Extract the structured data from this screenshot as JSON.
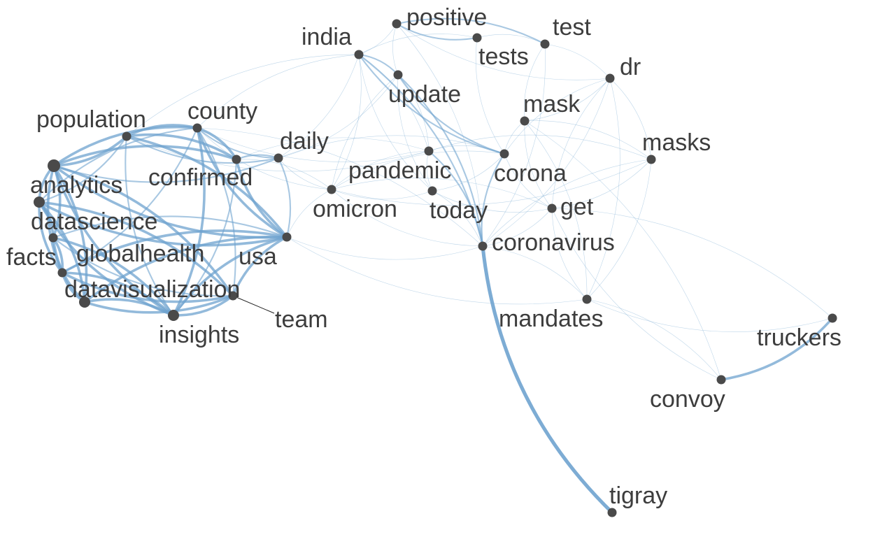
{
  "nodes": [
    {
      "id": "positive",
      "label": "positive"
    },
    {
      "id": "test",
      "label": "test"
    },
    {
      "id": "india",
      "label": "india"
    },
    {
      "id": "tests",
      "label": "tests"
    },
    {
      "id": "dr",
      "label": "dr"
    },
    {
      "id": "update",
      "label": "update"
    },
    {
      "id": "mask",
      "label": "mask"
    },
    {
      "id": "population",
      "label": "population"
    },
    {
      "id": "county",
      "label": "county"
    },
    {
      "id": "daily",
      "label": "daily"
    },
    {
      "id": "masks",
      "label": "masks"
    },
    {
      "id": "confirmed",
      "label": "confirmed"
    },
    {
      "id": "pandemic",
      "label": "pandemic"
    },
    {
      "id": "corona",
      "label": "corona"
    },
    {
      "id": "analytics",
      "label": "analytics"
    },
    {
      "id": "omicron",
      "label": "omicron"
    },
    {
      "id": "today",
      "label": "today"
    },
    {
      "id": "get",
      "label": "get"
    },
    {
      "id": "datascience",
      "label": "datascience"
    },
    {
      "id": "usa",
      "label": "usa"
    },
    {
      "id": "coronavirus",
      "label": "coronavirus"
    },
    {
      "id": "facts",
      "label": "facts"
    },
    {
      "id": "globalhealth",
      "label": "globalhealth"
    },
    {
      "id": "datavisualization",
      "label": "datavisualization"
    },
    {
      "id": "team",
      "label": "team"
    },
    {
      "id": "mandates",
      "label": "mandates"
    },
    {
      "id": "insights",
      "label": "insights"
    },
    {
      "id": "truckers",
      "label": "truckers"
    },
    {
      "id": "convoy",
      "label": "convoy"
    },
    {
      "id": "tigray",
      "label": "tigray"
    }
  ],
  "edges": [
    {
      "source": "analytics",
      "target": "datascience",
      "weight": 3
    },
    {
      "source": "analytics",
      "target": "facts",
      "weight": 3
    },
    {
      "source": "analytics",
      "target": "globalhealth",
      "weight": 3
    },
    {
      "source": "analytics",
      "target": "datavisualization",
      "weight": 3
    },
    {
      "source": "analytics",
      "target": "insights",
      "weight": 3
    },
    {
      "source": "analytics",
      "target": "team",
      "weight": 3
    },
    {
      "source": "analytics",
      "target": "usa",
      "weight": 3
    },
    {
      "source": "analytics",
      "target": "county",
      "weight": 3
    },
    {
      "source": "analytics",
      "target": "population",
      "weight": 3
    },
    {
      "source": "analytics",
      "target": "confirmed",
      "weight": 3
    },
    {
      "source": "analytics",
      "target": "daily",
      "weight": 2
    },
    {
      "source": "datascience",
      "target": "facts",
      "weight": 3
    },
    {
      "source": "datascience",
      "target": "globalhealth",
      "weight": 3
    },
    {
      "source": "datascience",
      "target": "datavisualization",
      "weight": 3
    },
    {
      "source": "datascience",
      "target": "insights",
      "weight": 3
    },
    {
      "source": "datascience",
      "target": "team",
      "weight": 3
    },
    {
      "source": "datascience",
      "target": "usa",
      "weight": 3
    },
    {
      "source": "datascience",
      "target": "county",
      "weight": 2
    },
    {
      "source": "datascience",
      "target": "population",
      "weight": 2
    },
    {
      "source": "facts",
      "target": "globalhealth",
      "weight": 3
    },
    {
      "source": "facts",
      "target": "datavisualization",
      "weight": 3
    },
    {
      "source": "facts",
      "target": "insights",
      "weight": 3
    },
    {
      "source": "facts",
      "target": "team",
      "weight": 2
    },
    {
      "source": "facts",
      "target": "usa",
      "weight": 2
    },
    {
      "source": "globalhealth",
      "target": "datavisualization",
      "weight": 3
    },
    {
      "source": "globalhealth",
      "target": "insights",
      "weight": 3
    },
    {
      "source": "globalhealth",
      "target": "team",
      "weight": 3
    },
    {
      "source": "globalhealth",
      "target": "usa",
      "weight": 3
    },
    {
      "source": "globalhealth",
      "target": "county",
      "weight": 2
    },
    {
      "source": "datavisualization",
      "target": "insights",
      "weight": 3
    },
    {
      "source": "datavisualization",
      "target": "team",
      "weight": 3
    },
    {
      "source": "datavisualization",
      "target": "usa",
      "weight": 3
    },
    {
      "source": "insights",
      "target": "team",
      "weight": 3
    },
    {
      "source": "insights",
      "target": "usa",
      "weight": 3
    },
    {
      "source": "insights",
      "target": "county",
      "weight": 3
    },
    {
      "source": "insights",
      "target": "population",
      "weight": 2
    },
    {
      "source": "insights",
      "target": "confirmed",
      "weight": 2
    },
    {
      "source": "team",
      "target": "usa",
      "weight": 3
    },
    {
      "source": "team",
      "target": "county",
      "weight": 2
    },
    {
      "source": "usa",
      "target": "county",
      "weight": 3
    },
    {
      "source": "usa",
      "target": "population",
      "weight": 3
    },
    {
      "source": "usa",
      "target": "confirmed",
      "weight": 3
    },
    {
      "source": "usa",
      "target": "daily",
      "weight": 2
    },
    {
      "source": "usa",
      "target": "omicron",
      "weight": 1
    },
    {
      "source": "county",
      "target": "population",
      "weight": 3
    },
    {
      "source": "county",
      "target": "confirmed",
      "weight": 3
    },
    {
      "source": "county",
      "target": "daily",
      "weight": 2
    },
    {
      "source": "population",
      "target": "confirmed",
      "weight": 3
    },
    {
      "source": "population",
      "target": "daily",
      "weight": 2
    },
    {
      "source": "confirmed",
      "target": "daily",
      "weight": 2
    },
    {
      "source": "daily",
      "target": "omicron",
      "weight": 1
    },
    {
      "source": "omicron",
      "target": "pandemic",
      "weight": 1
    },
    {
      "source": "omicron",
      "target": "today",
      "weight": 1
    },
    {
      "source": "omicron",
      "target": "corona",
      "weight": 1
    },
    {
      "source": "omicron",
      "target": "coronavirus",
      "weight": 1
    },
    {
      "source": "omicron",
      "target": "update",
      "weight": 1
    },
    {
      "source": "omicron",
      "target": "india",
      "weight": 1
    },
    {
      "source": "omicron",
      "target": "get",
      "weight": 1
    },
    {
      "source": "omicron",
      "target": "masks",
      "weight": 1
    },
    {
      "source": "india",
      "target": "update",
      "weight": 2
    },
    {
      "source": "india",
      "target": "positive",
      "weight": 1
    },
    {
      "source": "india",
      "target": "tests",
      "weight": 1
    },
    {
      "source": "india",
      "target": "corona",
      "weight": 2
    },
    {
      "source": "india",
      "target": "coronavirus",
      "weight": 2
    },
    {
      "source": "india",
      "target": "today",
      "weight": 1
    },
    {
      "source": "india",
      "target": "pandemic",
      "weight": 1
    },
    {
      "source": "positive",
      "target": "tests",
      "weight": 2
    },
    {
      "source": "positive",
      "target": "test",
      "weight": 2
    },
    {
      "source": "positive",
      "target": "update",
      "weight": 1
    },
    {
      "source": "positive",
      "target": "coronavirus",
      "weight": 1
    },
    {
      "source": "positive",
      "target": "dr",
      "weight": 1
    },
    {
      "source": "tests",
      "target": "test",
      "weight": 1
    },
    {
      "source": "tests",
      "target": "corona",
      "weight": 1
    },
    {
      "source": "test",
      "target": "dr",
      "weight": 1
    },
    {
      "source": "test",
      "target": "mask",
      "weight": 1
    },
    {
      "source": "test",
      "target": "coronavirus",
      "weight": 1
    },
    {
      "source": "update",
      "target": "corona",
      "weight": 2
    },
    {
      "source": "update",
      "target": "coronavirus",
      "weight": 2
    },
    {
      "source": "update",
      "target": "today",
      "weight": 1
    },
    {
      "source": "update",
      "target": "pandemic",
      "weight": 1
    },
    {
      "source": "mask",
      "target": "dr",
      "weight": 1
    },
    {
      "source": "mask",
      "target": "masks",
      "weight": 1
    },
    {
      "source": "mask",
      "target": "get",
      "weight": 1
    },
    {
      "source": "mask",
      "target": "mandates",
      "weight": 1
    },
    {
      "source": "mask",
      "target": "corona",
      "weight": 1
    },
    {
      "source": "dr",
      "target": "masks",
      "weight": 1
    },
    {
      "source": "dr",
      "target": "corona",
      "weight": 1
    },
    {
      "source": "dr",
      "target": "coronavirus",
      "weight": 1
    },
    {
      "source": "dr",
      "target": "get",
      "weight": 1
    },
    {
      "source": "masks",
      "target": "get",
      "weight": 1
    },
    {
      "source": "masks",
      "target": "coronavirus",
      "weight": 1
    },
    {
      "source": "masks",
      "target": "mandates",
      "weight": 1
    },
    {
      "source": "masks",
      "target": "pandemic",
      "weight": 1
    },
    {
      "source": "pandemic",
      "target": "coronavirus",
      "weight": 2
    },
    {
      "source": "pandemic",
      "target": "today",
      "weight": 1
    },
    {
      "source": "pandemic",
      "target": "corona",
      "weight": 1
    },
    {
      "source": "pandemic",
      "target": "confirmed",
      "weight": 1
    },
    {
      "source": "pandemic",
      "target": "county",
      "weight": 1
    },
    {
      "source": "corona",
      "target": "coronavirus",
      "weight": 2
    },
    {
      "source": "corona",
      "target": "today",
      "weight": 1
    },
    {
      "source": "corona",
      "target": "get",
      "weight": 1
    },
    {
      "source": "today",
      "target": "coronavirus",
      "weight": 1
    },
    {
      "source": "today",
      "target": "get",
      "weight": 1
    },
    {
      "source": "get",
      "target": "coronavirus",
      "weight": 1
    },
    {
      "source": "get",
      "target": "mandates",
      "weight": 1
    },
    {
      "source": "coronavirus",
      "target": "mandates",
      "weight": 1
    },
    {
      "source": "coronavirus",
      "target": "tigray",
      "weight": 4
    },
    {
      "source": "coronavirus",
      "target": "usa",
      "weight": 1
    },
    {
      "source": "coronavirus",
      "target": "county",
      "weight": 1
    },
    {
      "source": "mandates",
      "target": "convoy",
      "weight": 1
    },
    {
      "source": "mandates",
      "target": "truckers",
      "weight": 1
    },
    {
      "source": "mandates",
      "target": "usa",
      "weight": 1
    },
    {
      "source": "mandates",
      "target": "dr",
      "weight": 1
    },
    {
      "source": "truckers",
      "target": "convoy",
      "weight": 3
    },
    {
      "source": "truckers",
      "target": "get",
      "weight": 1
    },
    {
      "source": "convoy",
      "target": "get",
      "weight": 1
    },
    {
      "source": "convoy",
      "target": "mask",
      "weight": 1
    },
    {
      "source": "population",
      "target": "india",
      "weight": 1
    },
    {
      "source": "population",
      "target": "pandemic",
      "weight": 1
    },
    {
      "source": "county",
      "target": "india",
      "weight": 1
    },
    {
      "source": "county",
      "target": "omicron",
      "weight": 1
    },
    {
      "source": "confirmed",
      "target": "omicron",
      "weight": 1
    },
    {
      "source": "daily",
      "target": "update",
      "weight": 1
    },
    {
      "source": "daily",
      "target": "corona",
      "weight": 1
    },
    {
      "source": "daily",
      "target": "india",
      "weight": 1
    }
  ],
  "colors": {
    "edge": "#6fa3cf",
    "node": "#4a4a4a",
    "label": "#3d3d3d",
    "background": "#ffffff"
  }
}
